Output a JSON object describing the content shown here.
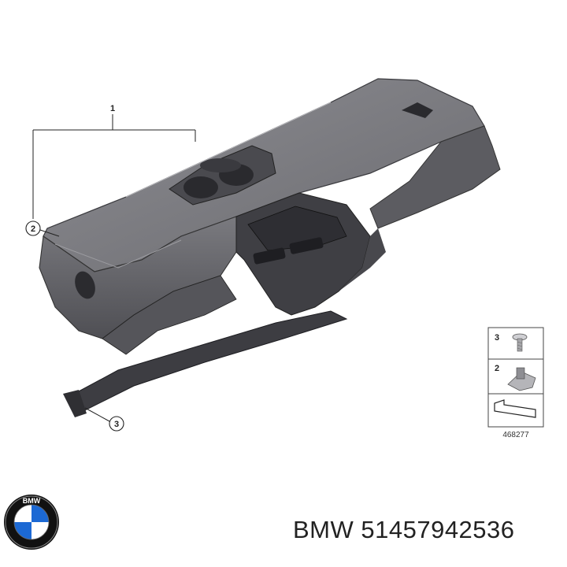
{
  "callouts": [
    {
      "id": "1",
      "label": "1"
    },
    {
      "id": "2",
      "label": "2"
    },
    {
      "id": "3",
      "label": "3"
    }
  ],
  "legend": {
    "items": [
      {
        "label": "3",
        "part": "screw"
      },
      {
        "label": "2",
        "part": "clip-nut"
      }
    ],
    "reference_number": "468277"
  },
  "footer": {
    "brand": "BMW",
    "part_number": "51457942536",
    "text": "BMW 51457942536"
  },
  "logo": {
    "letters": "BMW",
    "icon": "bmw-roundel-icon"
  },
  "colors": {
    "dash_dark": "#5a5a5e",
    "dash_mid": "#7b7b80",
    "dash_light": "#a9a9ad",
    "roundel_blue": "#1c69d4"
  }
}
